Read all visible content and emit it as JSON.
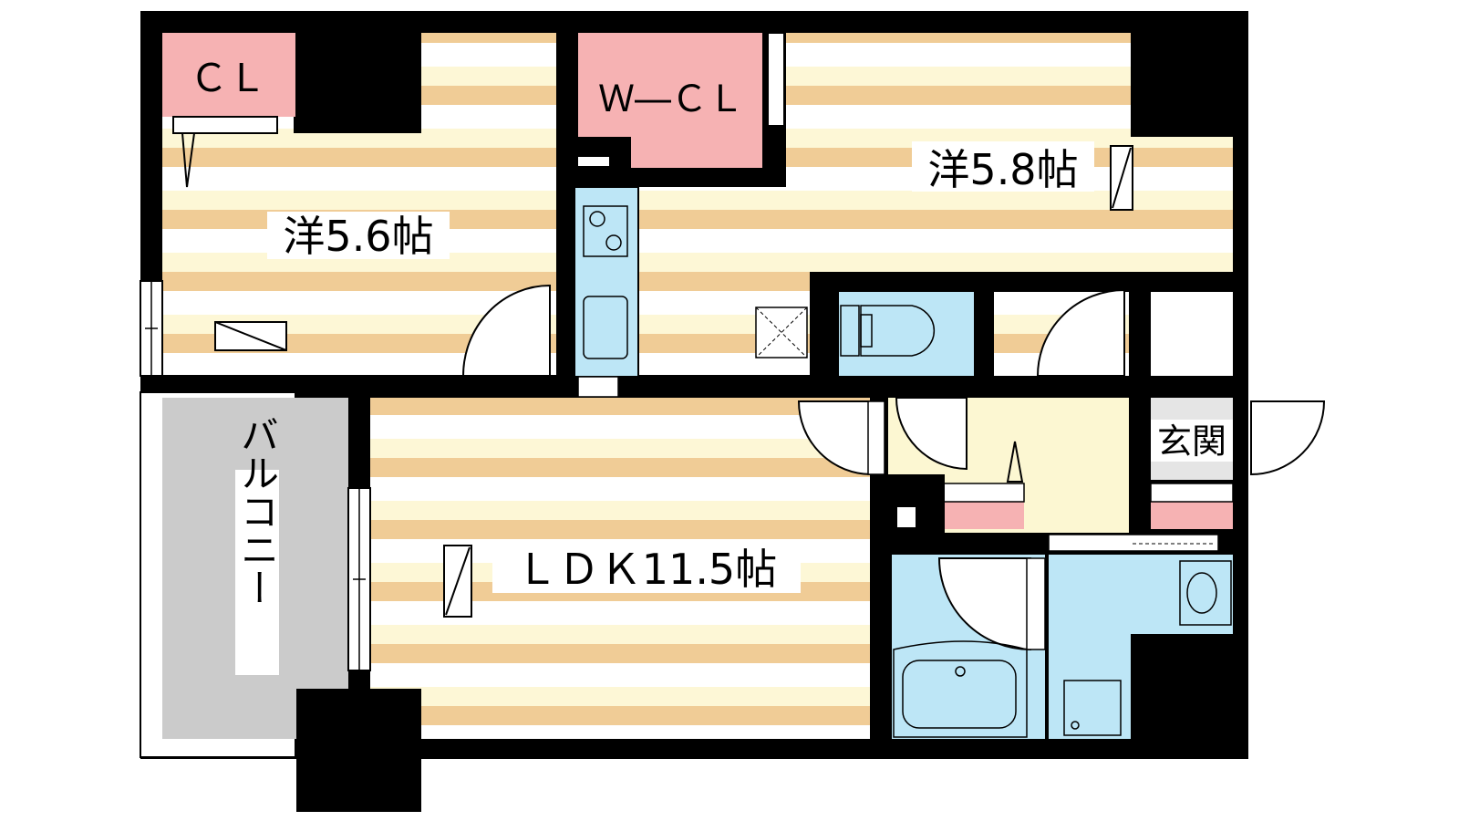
{
  "rooms": {
    "western_a": "洋5.6帖",
    "western_b": "洋5.8帖",
    "ldk": "ＬＤＫ11.5帖",
    "closet": "ＣＬ",
    "walk_in_closet": "Ｗ―ＣＬ",
    "entrance": "玄関",
    "balcony": "バルコニー"
  },
  "colors": {
    "wall": "#000000",
    "floor_stripe_a": "#f0cc96",
    "floor_stripe_b": "#fdf7d6",
    "storage": "#f6b2b3",
    "wet_area": "#bde6f6",
    "entrance": "#fcf7d2",
    "balcony": "#cbcbcb"
  }
}
